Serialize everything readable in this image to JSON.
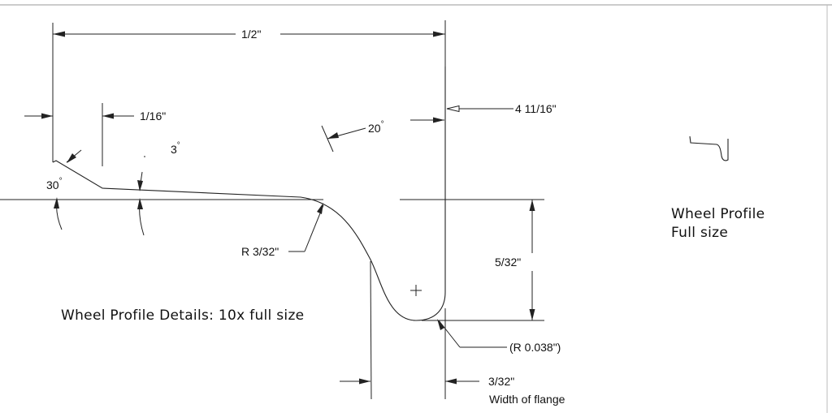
{
  "drawing": {
    "dims": {
      "overall_width": "1/2\"",
      "tread_step": "1/16\"",
      "flange_height_ref": "4 11/16\"",
      "flange_angle": "20",
      "tread_angle": "3",
      "chamfer_angle": "30",
      "degree_symbol": "°",
      "fillet_radius": "R 3/32\"",
      "flange_depth": "5/32\"",
      "tip_radius": "(R 0.038\")",
      "flange_width": "3/32\"",
      "flange_width_note": "Width of flange"
    },
    "details_label": "Wheel Profile Details: 10x full size",
    "full_size_label_line1": "Wheel  Profile",
    "full_size_label_line2": "Full size"
  }
}
